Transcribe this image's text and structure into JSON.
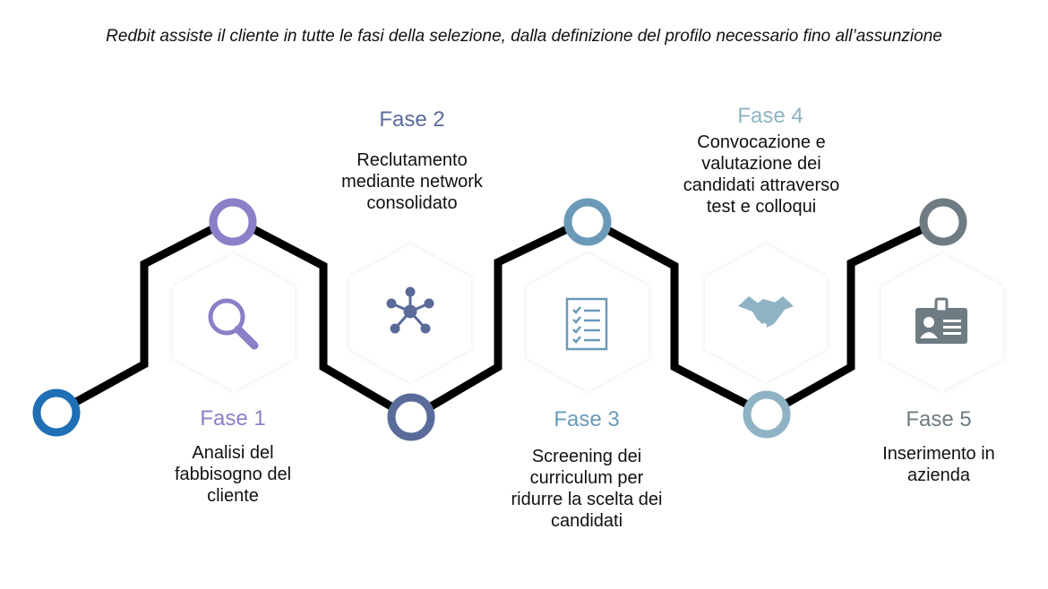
{
  "subtitle": "Redbit assiste il cliente in tutte le fasi della selezione, dalla definizione del profilo necessario fino all’assunzione",
  "phases": [
    {
      "title": "Fase 1",
      "lines": [
        "Analisi del",
        "fabbisogno del",
        "cliente"
      ],
      "icon": "search-icon",
      "color": "#8b7fc7"
    },
    {
      "title": "Fase 2",
      "lines": [
        "Reclutamento",
        "mediante network",
        "consolidato"
      ],
      "icon": "network-icon",
      "color": "#5a6b9a"
    },
    {
      "title": "Fase 3",
      "lines": [
        "Screening dei",
        "curriculum per",
        "ridurre la scelta dei",
        "candidati"
      ],
      "icon": "checklist-icon",
      "color": "#6b9ab8"
    },
    {
      "title": "Fase 4",
      "lines": [
        "Convocazione e",
        "valutazione dei",
        "candidati attraverso",
        "test e colloqui"
      ],
      "icon": "handshake-icon",
      "color": "#8fb3c4"
    },
    {
      "title": "Fase 5",
      "lines": [
        "Inserimento in",
        "azienda"
      ],
      "icon": "id-badge-icon",
      "color": "#6e7b82"
    }
  ],
  "colors": {
    "line": "#000000",
    "start_node": "#1f6fb5",
    "hexagon_fill": "#ffffff"
  }
}
